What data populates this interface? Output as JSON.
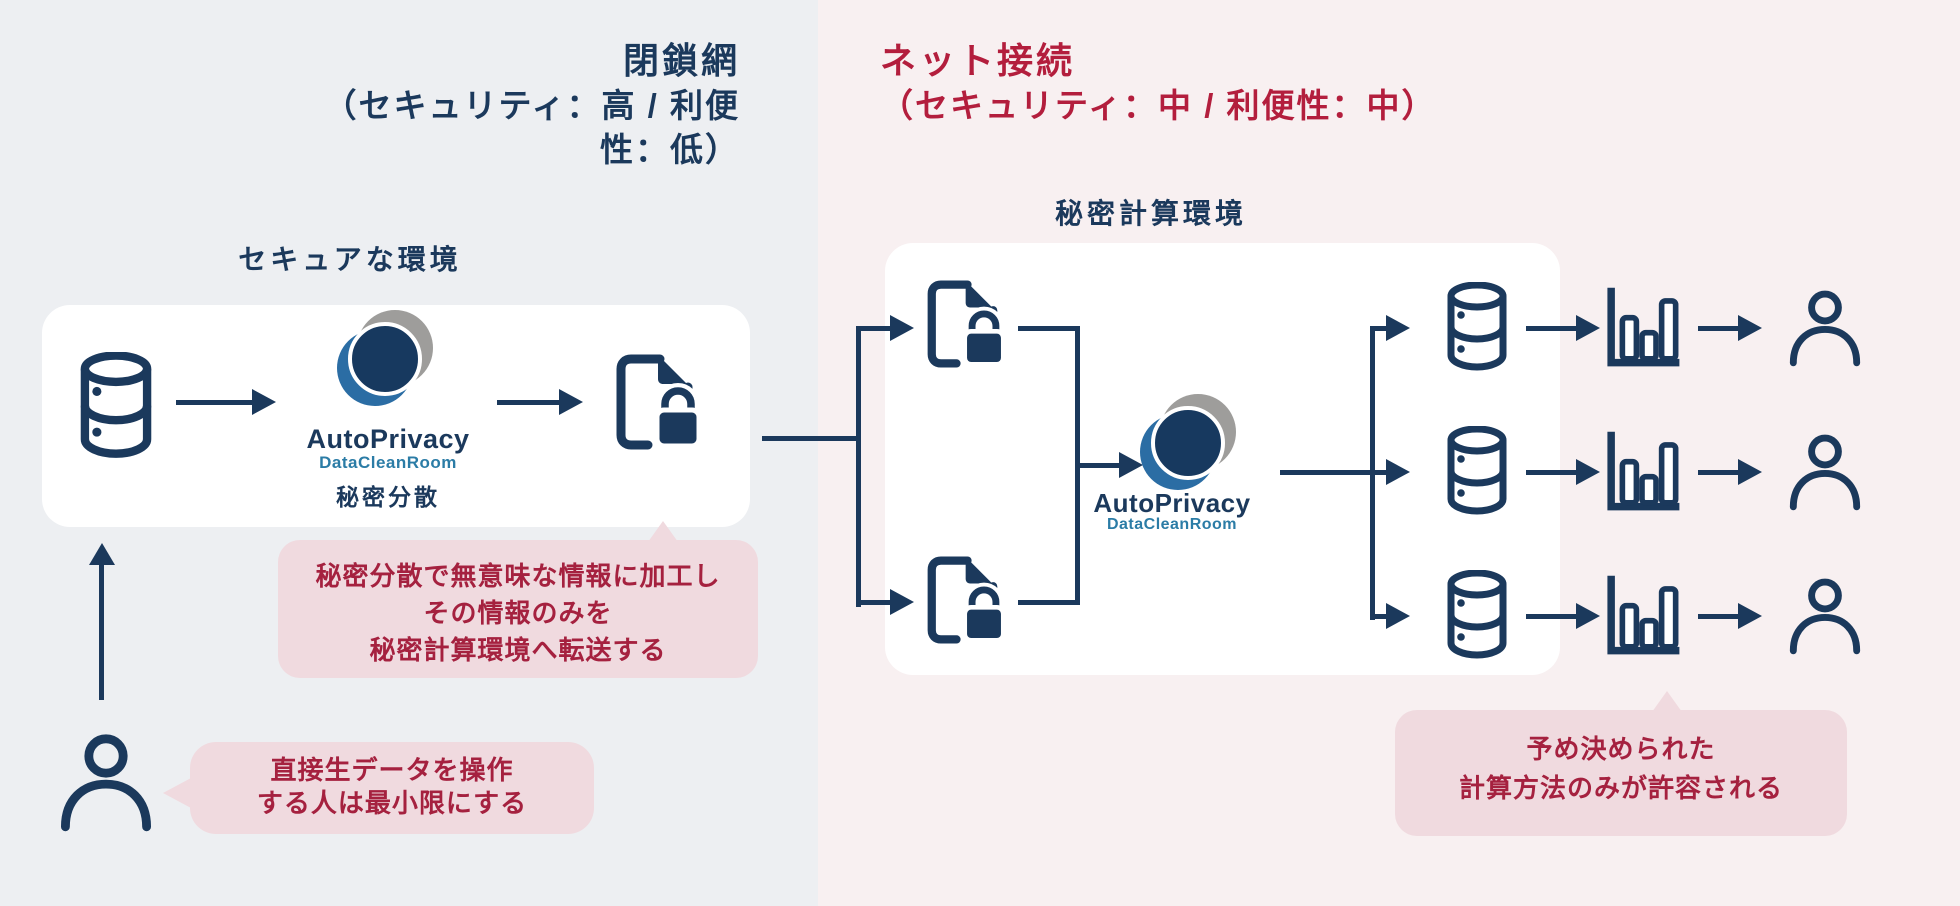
{
  "colors": {
    "navy": "#1b395c",
    "title_red": "#b31e3d",
    "callout_text_red": "#a5213f",
    "callout_pink": "#f0dadf",
    "closed_zone_bg": "#edeff2",
    "internet_zone_bg": "#f8f0f1",
    "logo_blue": "#2b6da4",
    "logo_gray": "#9e9d9b",
    "logo_core_navy": "#17395f",
    "logo_sub_teal": "#2b7ca6",
    "panel_white": "#ffffff"
  },
  "icons": {
    "database": "database-icon",
    "locked_file": "locked-file-icon",
    "person": "person-icon",
    "bar_chart": "bar-chart-icon",
    "flow_arrow": "flow-arrow",
    "logo": "autoprivacy-logo-icon"
  },
  "left_zone": {
    "title": "閉鎖網",
    "subtitle": "（セキュリティ：高 / 利便性：低）",
    "env_label": "セキュアな環境",
    "logo": {
      "name": "AutoPrivacy",
      "sub": "DataCleanRoom",
      "caption": "秘密分散"
    },
    "callout": {
      "line1": "秘密分散で無意味な情報に加工し",
      "line2": "その情報のみを",
      "line3": "秘密計算環境へ転送する"
    },
    "bubble": {
      "line1": "直接生データを操作",
      "line2": "する人は最小限にする"
    }
  },
  "right_zone": {
    "title": "ネット接続",
    "subtitle": "（セキュリティ：中 / 利便性：中）",
    "env_label": "秘密計算環境",
    "logo": {
      "name": "AutoPrivacy",
      "sub": "DataCleanRoom"
    },
    "callout": {
      "line1": "予め決められた",
      "line2": "計算方法のみが許容される"
    }
  }
}
